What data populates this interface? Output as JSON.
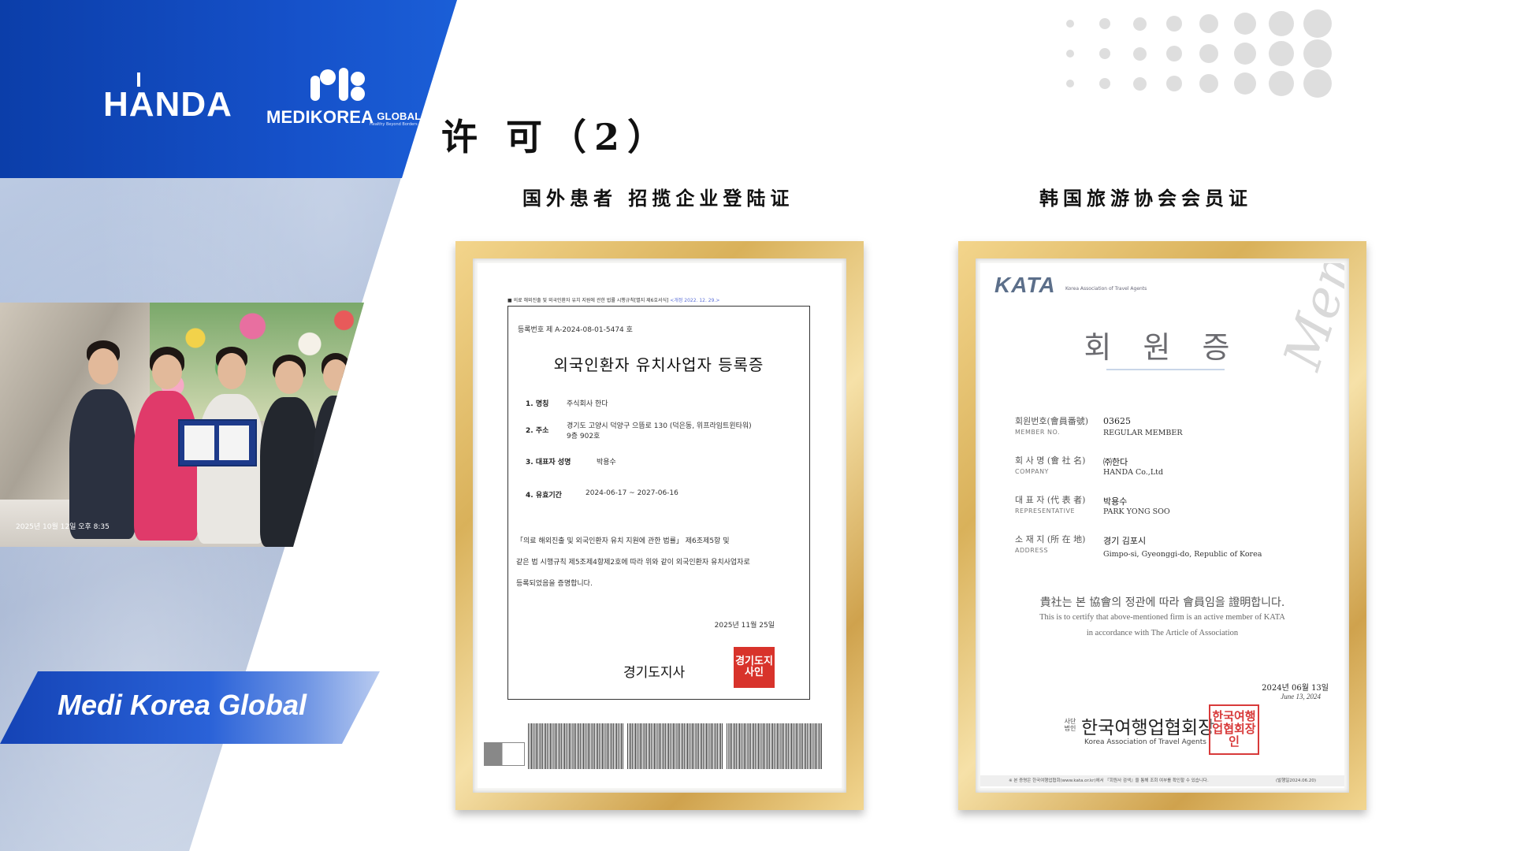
{
  "branding": {
    "handa_logo": "HANDA",
    "medikorea_logo": "MEDIKOREA",
    "medikorea_global": "GLOBAL",
    "medikorea_tagline": "Healthy Beyond Borders",
    "banner_text": "Medi Korea Global"
  },
  "photo": {
    "timestamp": "2025년 10월 12일 오후 8:35"
  },
  "page": {
    "title": "许 可（2）"
  },
  "left_certificate": {
    "heading": "国外患者 招揽企业登陆证",
    "header_line": "■ 의료 해외진출 및 외국인환자 유치 지원에 관한 법률 시행규칙[별지 제6호서식]",
    "header_revision": "<개정 2022. 12. 29.>",
    "registration_no": "등록번호 제 A-2024-08-01-5474 호",
    "title": "외국인환자 유치사업자 등록증",
    "items": [
      {
        "label": "1. 명칭",
        "value": "주식회사 한다"
      },
      {
        "label": "2. 주소",
        "value": "경기도 고양시 덕양구 으뜸로 130 (덕은동, 위프라임트윈타워)",
        "value2": "9층 902호"
      },
      {
        "label": "3. 대표자 성명",
        "value": "박용수"
      },
      {
        "label": "4. 유효기간",
        "value": "2024-06-17 ~ 2027-06-16"
      }
    ],
    "body_lines": [
      "「의료 해외진출 및 외국인환자 유치 지원에 관한 법률」 제6조제5항 및",
      "같은 법 시행규칙 제5조제4항제2호에 따라 위와 같이 외국인환자 유치사업자로",
      "등록되었음을 증명합니다."
    ],
    "date": "2025년 11월 25일",
    "issuer": "경기도지사",
    "seal_text": "경기도지사인"
  },
  "right_certificate": {
    "heading": "韩国旅游协会会员证",
    "kata_logo": "KATA",
    "kata_full": "Korea Association of Travel Agents",
    "title": "회 원 증",
    "fields": [
      {
        "label": "회원번호(會員番號)",
        "label_en": "MEMBER NO.",
        "value": "03625",
        "value_en": "REGULAR MEMBER"
      },
      {
        "label": "회 사 명 (會 社 名)",
        "label_en": "COMPANY",
        "value": "㈜한다",
        "value_en": "HANDA Co.,Ltd"
      },
      {
        "label": "대 표 자 (代 表 者)",
        "label_en": "REPRESENTATIVE",
        "value": "박용수",
        "value_en": "PARK YONG SOO"
      },
      {
        "label": "소 재 지 (所 在 地)",
        "label_en": "ADDRESS",
        "value": "경기 김포시",
        "value_en": "Gimpo-si, Gyeonggi-do, Republic of Korea"
      }
    ],
    "watermark": "Membership",
    "certify_kr": "貴社는 본 協會의 정관에 따라 會員임을 證明합니다.",
    "certify_en_1": "This is to certify that above-mentioned firm is an active member of KATA",
    "certify_en_2": "in accordance with The Article of Association",
    "date_kr": "2024년 06월 13일",
    "date_en": "June 13, 2024",
    "org_prefix": "사단법인",
    "org_name": "한국여행업협회장",
    "org_name_en": "Korea Association of Travel Agents",
    "seal_text": "한국여행업협회장인",
    "footer_note": "※ 본 증명은 한국여행업협회(www.kata.or.kr)에서 『회원사 검색』을 통해 조회 여부를 확인할 수 있습니다.",
    "footer_date": "(발행일2024.06.20)"
  },
  "colors": {
    "brand_blue": "#1550c8",
    "gold_frame": "#d9b15a",
    "seal_red": "#d8332b"
  }
}
